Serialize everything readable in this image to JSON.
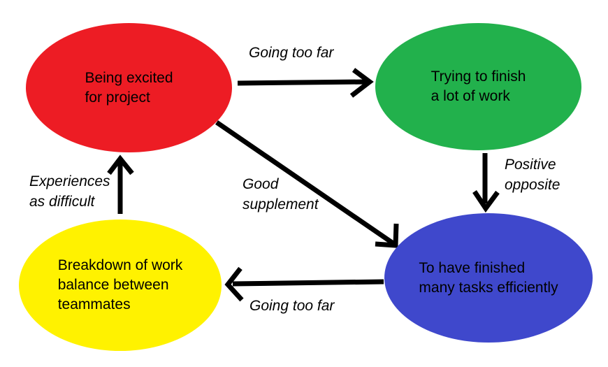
{
  "canvas": {
    "background": "#FFFFFF",
    "ink": "#000000",
    "text_color": "#000000"
  },
  "nodes": [
    {
      "id": "excited",
      "lines": [
        "Being excited",
        "for project"
      ],
      "fill": "#ED1C24"
    },
    {
      "id": "trying",
      "lines": [
        "Trying to finish",
        "a lot of work"
      ],
      "fill": "#22B14C"
    },
    {
      "id": "finished",
      "lines": [
        "To have finished",
        "many tasks efficiently"
      ],
      "fill": "#3F48CC"
    },
    {
      "id": "breakdown",
      "lines": [
        "Breakdown of work",
        "balance between",
        "teammates"
      ],
      "fill": "#FFF200"
    }
  ],
  "edges": [
    {
      "from": "excited",
      "to": "trying",
      "label": "Going too far"
    },
    {
      "from": "trying",
      "to": "finished",
      "label_lines": [
        "Positive",
        "opposite"
      ]
    },
    {
      "from": "excited",
      "to": "finished",
      "label_lines": [
        "Good",
        "supplement"
      ]
    },
    {
      "from": "finished",
      "to": "breakdown",
      "label": "Going too far"
    },
    {
      "from": "breakdown",
      "to": "excited",
      "label_lines": [
        "Experiences",
        "as difficult"
      ]
    }
  ]
}
